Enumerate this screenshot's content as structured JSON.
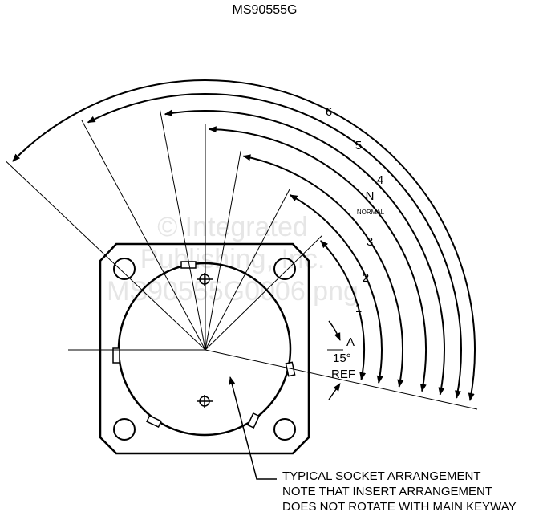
{
  "title": "MS90555G",
  "watermark": {
    "line1": "© Integrated",
    "line2": "Publishing, Inc.",
    "line3": "MS90555G0006.png"
  },
  "positions": [
    {
      "label": "1"
    },
    {
      "label": "2"
    },
    {
      "label": "3"
    },
    {
      "label": "N",
      "sub": "NORMAL"
    },
    {
      "label": "4"
    },
    {
      "label": "5"
    },
    {
      "label": "6"
    }
  ],
  "angle_label": "A",
  "angle_value": "15°",
  "angle_ref": "REF",
  "note": {
    "line1": "TYPICAL SOCKET ARRANGEMENT",
    "line2": "NOTE THAT INSERT ARRANGEMENT",
    "line3": "DOES NOT ROTATE WITH MAIN KEYWAY"
  }
}
